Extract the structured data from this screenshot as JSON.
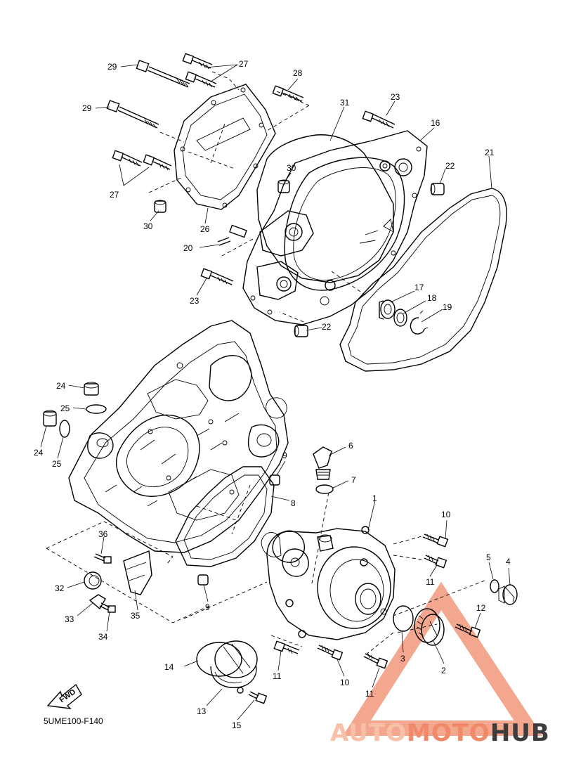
{
  "diagram": {
    "code": "5UME100-F140",
    "fwd_label": "FWD",
    "callouts": [
      {
        "id": "c29a",
        "text": "29"
      },
      {
        "id": "c27a",
        "text": "27"
      },
      {
        "id": "c28",
        "text": "28"
      },
      {
        "id": "c29b",
        "text": "29"
      },
      {
        "id": "c31",
        "text": "31"
      },
      {
        "id": "c23a",
        "text": "23"
      },
      {
        "id": "c16",
        "text": "16"
      },
      {
        "id": "c21",
        "text": "21"
      },
      {
        "id": "c22a",
        "text": "22"
      },
      {
        "id": "c30a",
        "text": "30"
      },
      {
        "id": "c27b",
        "text": "27"
      },
      {
        "id": "c30b",
        "text": "30"
      },
      {
        "id": "c26",
        "text": "26"
      },
      {
        "id": "c20",
        "text": "20"
      },
      {
        "id": "c23b",
        "text": "23"
      },
      {
        "id": "c17",
        "text": "17"
      },
      {
        "id": "c18",
        "text": "18"
      },
      {
        "id": "c19",
        "text": "19"
      },
      {
        "id": "c22b",
        "text": "22"
      },
      {
        "id": "c24a",
        "text": "24"
      },
      {
        "id": "c25a",
        "text": "25"
      },
      {
        "id": "c24b",
        "text": "24"
      },
      {
        "id": "c25b",
        "text": "25"
      },
      {
        "id": "c6",
        "text": "6"
      },
      {
        "id": "c9a",
        "text": "9"
      },
      {
        "id": "c7",
        "text": "7"
      },
      {
        "id": "c8",
        "text": "8"
      },
      {
        "id": "c1",
        "text": "1"
      },
      {
        "id": "c10a",
        "text": "10"
      },
      {
        "id": "c36",
        "text": "36"
      },
      {
        "id": "c5",
        "text": "5"
      },
      {
        "id": "c4",
        "text": "4"
      },
      {
        "id": "c11a",
        "text": "11"
      },
      {
        "id": "c32",
        "text": "32"
      },
      {
        "id": "c9b",
        "text": "9"
      },
      {
        "id": "c35",
        "text": "35"
      },
      {
        "id": "c33",
        "text": "33"
      },
      {
        "id": "c12",
        "text": "12"
      },
      {
        "id": "c34",
        "text": "34"
      },
      {
        "id": "c3",
        "text": "3"
      },
      {
        "id": "c14",
        "text": "14"
      },
      {
        "id": "c11b",
        "text": "11"
      },
      {
        "id": "c10b",
        "text": "10"
      },
      {
        "id": "c11c",
        "text": "11"
      },
      {
        "id": "c2",
        "text": "2"
      },
      {
        "id": "c13",
        "text": "13"
      },
      {
        "id": "c15",
        "text": "15"
      }
    ]
  },
  "watermark": {
    "part1": "AUTO",
    "part2": "MOTO",
    "part3": "HUB",
    "color_light": "#f9c0a8",
    "color_mid": "#f08a6a",
    "color_dark": "#3d3d3d"
  }
}
